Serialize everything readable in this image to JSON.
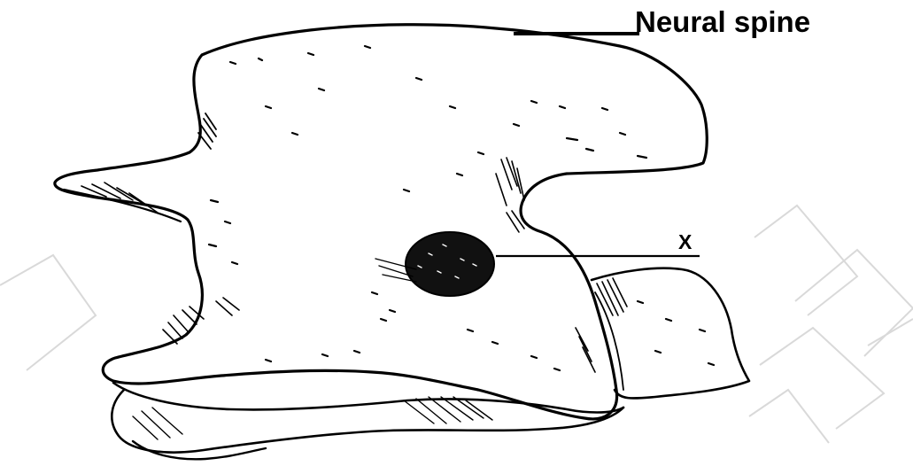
{
  "diagram": {
    "labels": {
      "neural_spine": "Neural spine",
      "x": "X"
    },
    "subject": "vertebra-lateral-view-drawing",
    "colors": {
      "ink": "#000000",
      "background": "#ffffff",
      "watermark": "#d9d9d9"
    }
  }
}
